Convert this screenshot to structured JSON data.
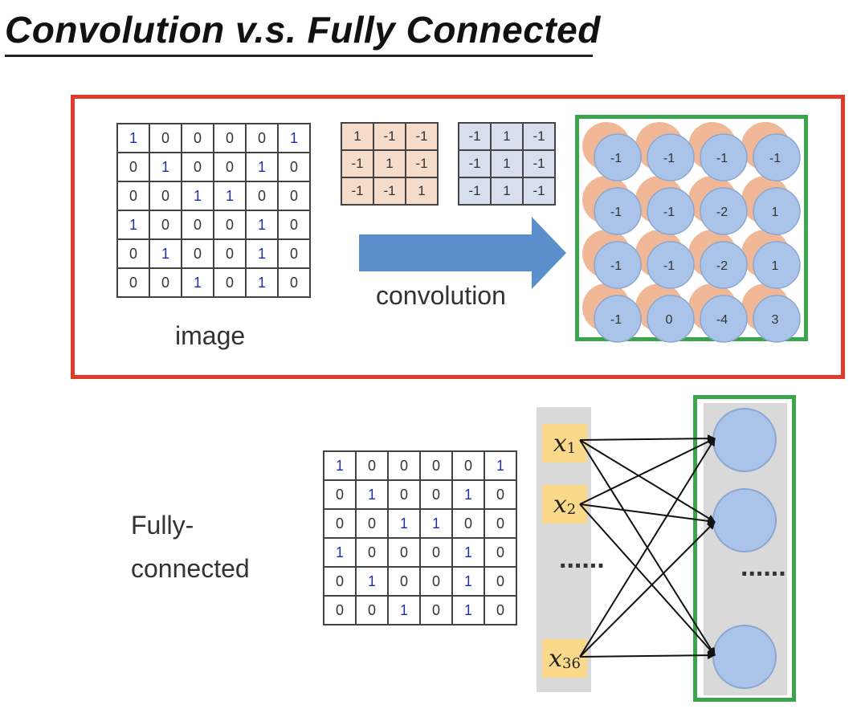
{
  "title": "Convolution v.s. Fully Connected",
  "image_label": "image",
  "convolution_label": "convolution",
  "fc_label_line1": "Fully-",
  "fc_label_line2": "connected",
  "image_matrix": [
    [
      1,
      0,
      0,
      0,
      0,
      1
    ],
    [
      0,
      1,
      0,
      0,
      1,
      0
    ],
    [
      0,
      0,
      1,
      1,
      0,
      0
    ],
    [
      1,
      0,
      0,
      0,
      1,
      0
    ],
    [
      0,
      1,
      0,
      0,
      1,
      0
    ],
    [
      0,
      0,
      1,
      0,
      1,
      0
    ]
  ],
  "filter1": [
    [
      "1",
      "-1",
      "-1"
    ],
    [
      "-1",
      "1",
      "-1"
    ],
    [
      "-1",
      "-1",
      "1"
    ]
  ],
  "filter2": [
    [
      "-1",
      "1",
      "-1"
    ],
    [
      "-1",
      "1",
      "-1"
    ],
    [
      "-1",
      "1",
      "-1"
    ]
  ],
  "feature_map": [
    [
      "-1",
      "-1",
      "-1",
      "-1"
    ],
    [
      "-1",
      "-1",
      "-2",
      "1"
    ],
    [
      "-1",
      "-1",
      "-2",
      "1"
    ],
    [
      "-1",
      "0",
      "-4",
      "3"
    ]
  ],
  "inputs": [
    {
      "var": "x",
      "sub": "1"
    },
    {
      "var": "x",
      "sub": "2"
    },
    {
      "var": "x",
      "sub": "36"
    }
  ],
  "ellipsis": "......",
  "colors": {
    "conv_box": "#e03a2c",
    "output_box": "#3aa54a",
    "filter1_fill": "#f5dccb",
    "filter2_fill": "#d7dfee",
    "arrow": "#5b8fcb",
    "neuron": "#a9c4e8",
    "orange_map": "#f0b896",
    "input_box": "#fbd98b"
  }
}
